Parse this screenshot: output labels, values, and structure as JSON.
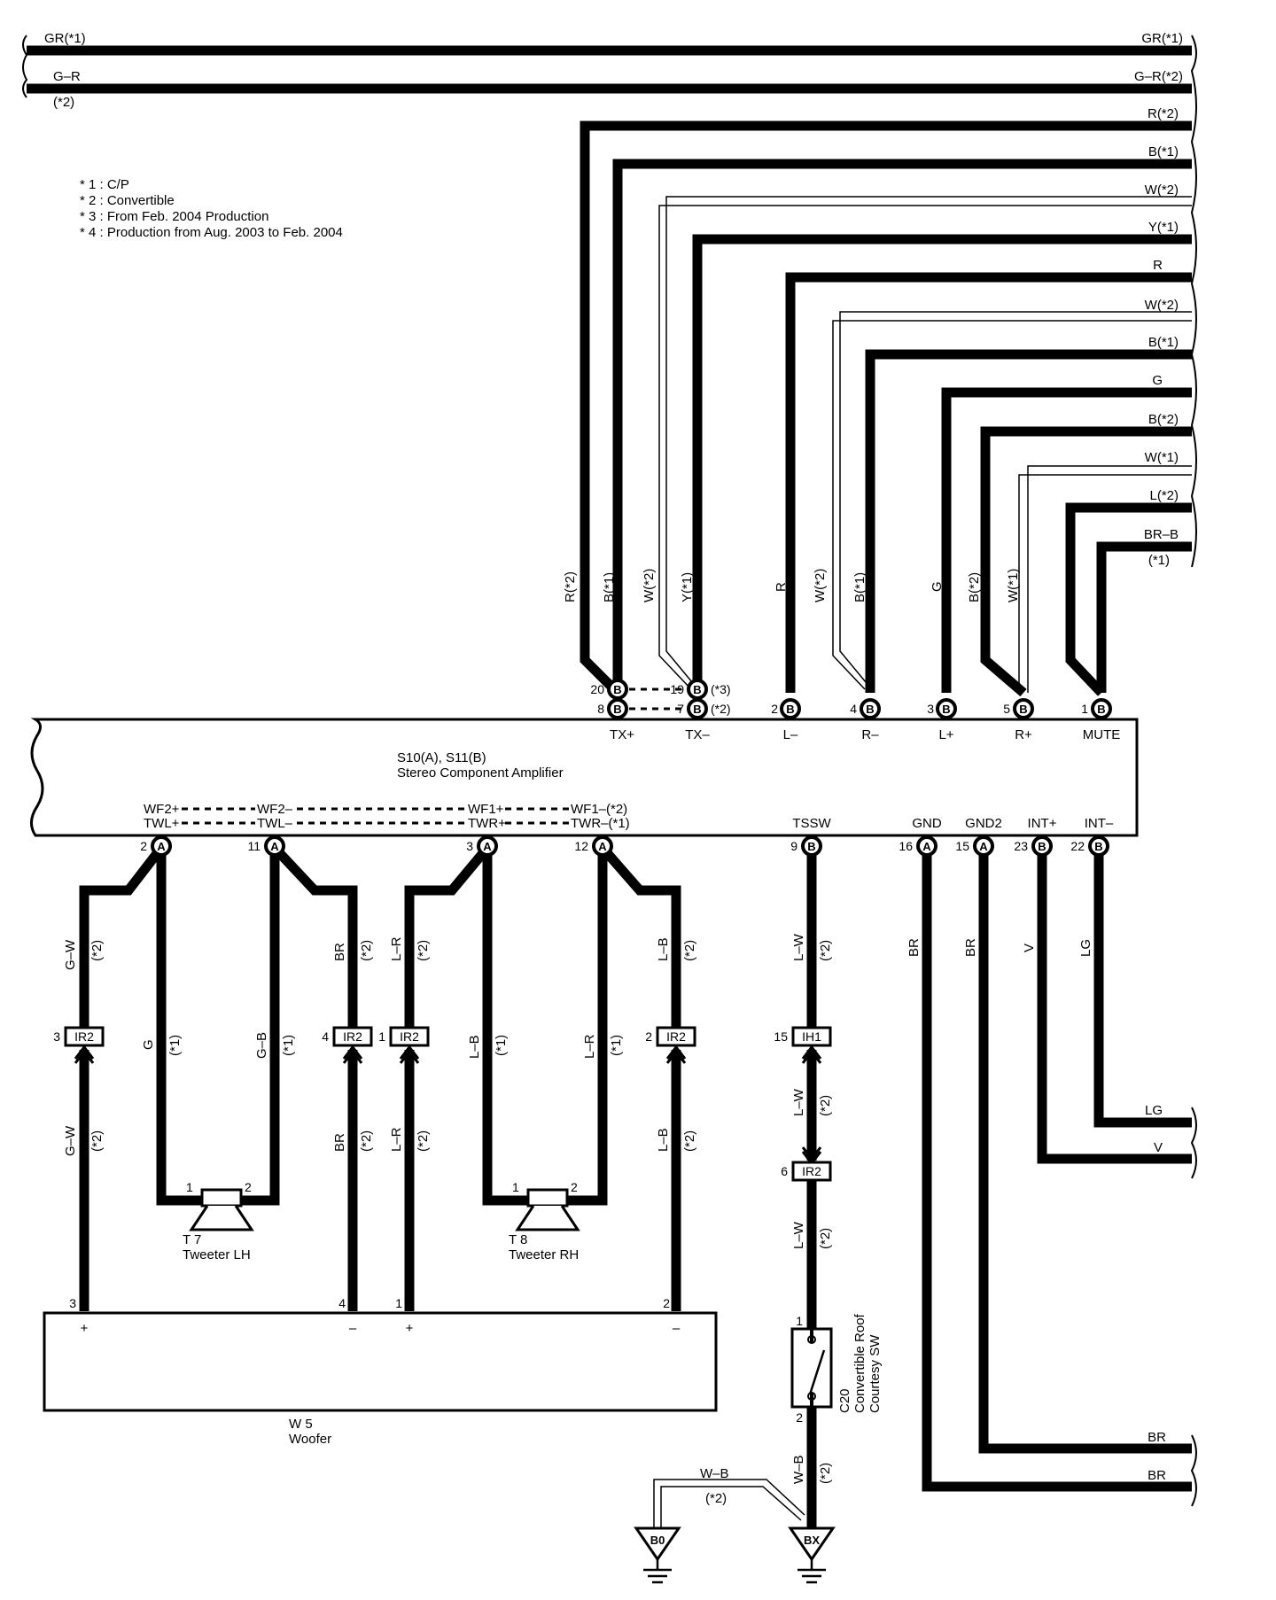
{
  "notes": [
    "* 1 : C/P",
    "* 2 : Convertible",
    "* 3 : From Feb.  2004 Production",
    "* 4 : Production from Aug.  2003 to Feb.  2004"
  ],
  "top_wires": {
    "w1_left": "GR(*1)",
    "w1_right": "GR(*1)",
    "w2_left": "G–R",
    "w2_left_note": "(*2)",
    "w2_right": "G–R(*2)"
  },
  "right_wires": [
    "R(*2)",
    "B(*1)",
    "W(*2)",
    "Y(*1)",
    "R",
    "W(*2)",
    "B(*1)",
    "G",
    "B(*2)",
    "W(*1)",
    "L(*2)",
    "BR–B",
    "(*1)"
  ],
  "vertical_wires": [
    "R(*2)",
    "B(*1)",
    "W(*2)",
    "Y(*1)",
    "R",
    "W(*2)",
    "B(*1)",
    "G",
    "B(*2)",
    "W(*1)"
  ],
  "amplifier": {
    "name": "S10(A), S11(B)",
    "desc": "Stereo Component Amplifier",
    "top_pins": {
      "p20": "20",
      "p8": "8",
      "p19": "19",
      "p7": "7",
      "p19_note": "(*3)",
      "p7_note": "(*2)",
      "p2": "2",
      "p4": "4",
      "p3": "3",
      "p5": "5",
      "p1": "1"
    },
    "top_terms": [
      "TX+",
      "TX–",
      "L–",
      "R–",
      "L+",
      "R+",
      "MUTE"
    ],
    "bottom_terms": {
      "wf2p": "WF2+",
      "twlp": "TWL+",
      "wf2m": "WF2–",
      "twlm": "TWL–",
      "wf1p": "WF1+",
      "twrp": "TWR+",
      "wf1m": "WF1–(*2)",
      "twrm": "TWR–(*1)",
      "tssw": "TSSW",
      "gnd": "GND",
      "gnd2": "GND2",
      "intp": "INT+",
      "intm": "INT–"
    },
    "bottom_pins": {
      "a2": "2",
      "a11": "11",
      "a3": "3",
      "a12": "12",
      "b9": "9",
      "a16": "16",
      "a15": "15",
      "b23": "23",
      "b22": "22"
    },
    "connector_letters": {
      "a": "A",
      "b": "B"
    }
  },
  "lower_labels": {
    "gw": "G–W",
    "star2": "(*2)",
    "star1": "(*1)",
    "g": "G",
    "gb": "G–B",
    "br": "BR",
    "lr": "L–R",
    "lb": "L–B",
    "lw": "L–W",
    "v": "V",
    "lg": "LG",
    "wb": "W–B"
  },
  "junctions": {
    "ir2": "IR2",
    "ih1": "IH1",
    "p3": "3",
    "p4": "4",
    "p1": "1",
    "p2": "2",
    "p15": "15",
    "p6": "6"
  },
  "tweeter_lh": {
    "id": "T 7",
    "name": "Tweeter LH",
    "pin1": "1",
    "pin2": "2"
  },
  "tweeter_rh": {
    "id": "T 8",
    "name": "Tweeter RH",
    "pin1": "1",
    "pin2": "2"
  },
  "woofer": {
    "id": "W 5",
    "name": "Woofer",
    "pins": [
      "3",
      "4",
      "1",
      "2"
    ],
    "signs": [
      "+",
      "–",
      "+",
      "–"
    ]
  },
  "courtesy_sw": {
    "id": "C20",
    "line1": "Convertible Roof",
    "line2": "Courtesy SW",
    "pin1": "1",
    "pin2": "2"
  },
  "grounds": {
    "b0": "B0",
    "bx": "BX"
  },
  "right_bottom": {
    "lg": "LG",
    "v": "V",
    "br1": "BR",
    "br2": "BR"
  }
}
